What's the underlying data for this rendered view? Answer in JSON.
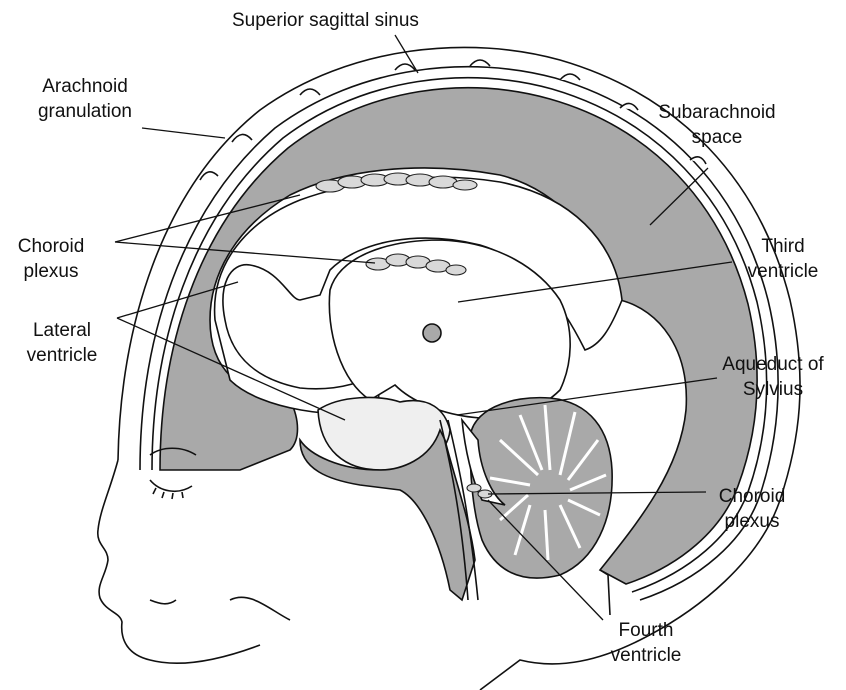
{
  "labels": {
    "superior_sagittal_sinus": "Superior sagittal sinus",
    "arachnoid_granulation": [
      "Arachnoid",
      "granulation"
    ],
    "subarachnoid_space": [
      "Subarachnoid",
      "space"
    ],
    "choroid_plexus_upper": [
      "Choroid",
      "plexus"
    ],
    "third_ventricle": [
      "Third",
      "ventricle"
    ],
    "lateral_ventricle": [
      "Lateral",
      "ventricle"
    ],
    "aqueduct_of_sylvius": [
      "Aqueduct of",
      "Sylvius"
    ],
    "choroid_plexus_lower": [
      "Choroid",
      "plexus"
    ],
    "fourth_ventricle": [
      "Fourth",
      "ventricle"
    ]
  },
  "colors": {
    "csf_space": "#a9a9a9",
    "ventricle": "#ffffff",
    "tissue_pale": "#efefef",
    "outline": "#111111"
  }
}
